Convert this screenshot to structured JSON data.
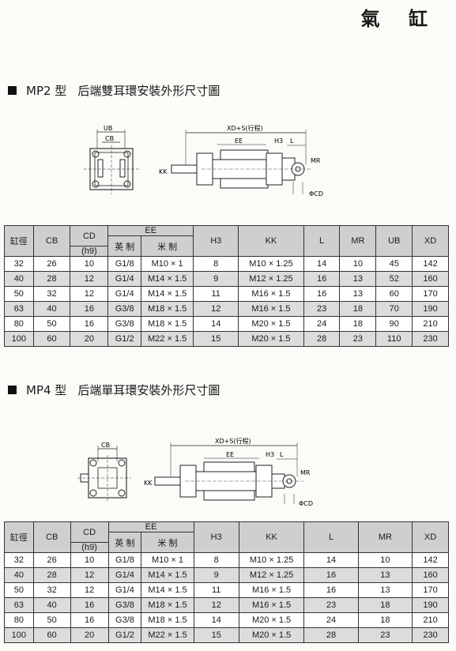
{
  "page_title": "氣 缸",
  "sections": [
    {
      "code": "MP2 型",
      "title": "后端雙耳環安裝外形尺寸圖",
      "drawing": {
        "left_labels": {
          "ub": "UB",
          "cb": "CB"
        },
        "side_labels": {
          "xd_s": "XD+S(行程)",
          "ee": "EE",
          "h3": "H3",
          "l": "L",
          "kk": "KK",
          "mr": "MR",
          "cd": "ΦCD"
        }
      },
      "table": {
        "headers": {
          "bore": "缸徑",
          "cb": "CB",
          "cd": "CD",
          "cd_sub": "(h9)",
          "ee": "EE",
          "ee_imperial": "英 制",
          "ee_metric": "米 制",
          "h3": "H3",
          "kk": "KK",
          "l": "L",
          "mr": "MR",
          "ub": "UB",
          "xd": "XD"
        },
        "rows": [
          [
            "32",
            "26",
            "10",
            "G1/8",
            "M10 × 1",
            "8",
            "M10 × 1.25",
            "14",
            "10",
            "45",
            "142"
          ],
          [
            "40",
            "28",
            "12",
            "G1/4",
            "M14 × 1.5",
            "9",
            "M12 × 1.25",
            "16",
            "13",
            "52",
            "160"
          ],
          [
            "50",
            "32",
            "12",
            "G1/4",
            "M14 × 1.5",
            "11",
            "M16 × 1.5",
            "16",
            "13",
            "60",
            "170"
          ],
          [
            "63",
            "40",
            "16",
            "G3/8",
            "M18 × 1.5",
            "12",
            "M16 × 1.5",
            "23",
            "18",
            "70",
            "190"
          ],
          [
            "80",
            "50",
            "16",
            "G3/8",
            "M18 × 1.5",
            "14",
            "M20 × 1.5",
            "24",
            "18",
            "90",
            "210"
          ],
          [
            "100",
            "60",
            "20",
            "G1/2",
            "M22 × 1.5",
            "15",
            "M20 × 1.5",
            "28",
            "23",
            "110",
            "230"
          ]
        ]
      }
    },
    {
      "code": "MP4 型",
      "title": "后端單耳環安裝外形尺寸圖",
      "drawing": {
        "left_labels": {
          "cb": "CB"
        },
        "side_labels": {
          "xd_s": "XD+S(行程)",
          "ee": "EE",
          "h3": "H3",
          "l": "L",
          "kk": "KK",
          "mr": "MR",
          "cd": "ΦCD"
        }
      },
      "table": {
        "headers": {
          "bore": "缸徑",
          "cb": "CB",
          "cd": "CD",
          "cd_sub": "(h9)",
          "ee": "EE",
          "ee_imperial": "英 制",
          "ee_metric": "米 制",
          "h3": "H3",
          "kk": "KK",
          "l": "L",
          "mr": "MR",
          "xd": "XD"
        },
        "rows": [
          [
            "32",
            "26",
            "10",
            "G1/8",
            "M10 × 1",
            "8",
            "M10 × 1.25",
            "14",
            "10",
            "142"
          ],
          [
            "40",
            "28",
            "12",
            "G1/4",
            "M14 × 1.5",
            "9",
            "M12 × 1.25",
            "16",
            "13",
            "160"
          ],
          [
            "50",
            "32",
            "12",
            "G1/4",
            "M14 × 1.5",
            "11",
            "M16 × 1.5",
            "16",
            "13",
            "170"
          ],
          [
            "63",
            "40",
            "16",
            "G3/8",
            "M18 × 1.5",
            "12",
            "M16 × 1.5",
            "23",
            "18",
            "190"
          ],
          [
            "80",
            "50",
            "16",
            "G3/8",
            "M18 × 1.5",
            "14",
            "M20 × 1.5",
            "24",
            "18",
            "210"
          ],
          [
            "100",
            "60",
            "20",
            "G1/2",
            "M22 × 1.5",
            "15",
            "M20 × 1.5",
            "28",
            "23",
            "230"
          ]
        ]
      }
    }
  ]
}
